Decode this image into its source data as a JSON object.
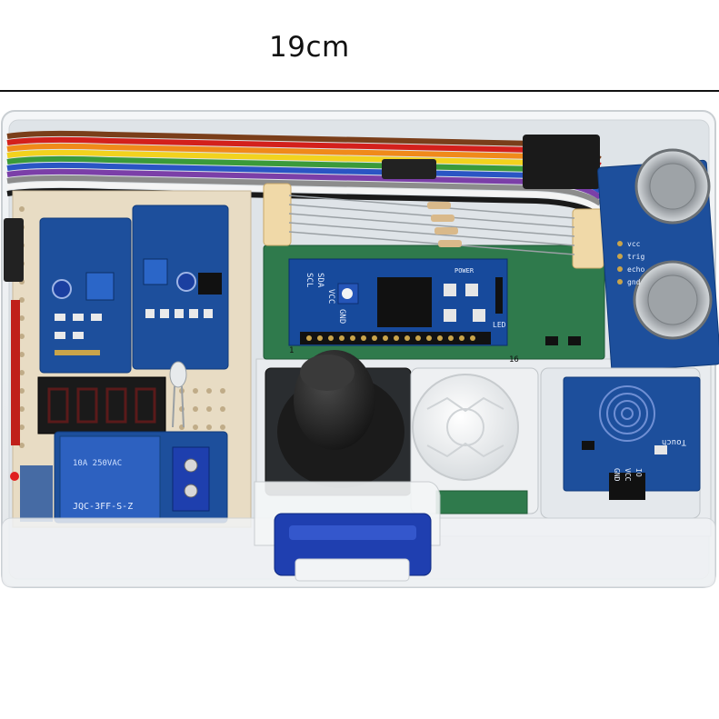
{
  "dimension": {
    "label": "19cm"
  },
  "pcb_text": {
    "i2c_pins": [
      "GND",
      "VCC",
      "SDA",
      "SCL"
    ],
    "i2c_led": "LED",
    "i2c_power": "POWER",
    "i2c_num16": "16",
    "i2c_num1": "1",
    "ultrasonic_pins": [
      "vcc",
      "trig",
      "echo",
      "gnd"
    ],
    "touch_label": "Touch",
    "touch_pins": [
      "GND",
      "VCC",
      "IO"
    ],
    "relay_brand": "JQC-3FF-S-Z",
    "relay_rating": "10A 250VAC"
  },
  "colors": {
    "pcb_blue": "#1d4f9c",
    "pcb_green": "#2f7a4c",
    "box_clear": "#eef1f4",
    "latch_blue": "#1f3fb0"
  }
}
